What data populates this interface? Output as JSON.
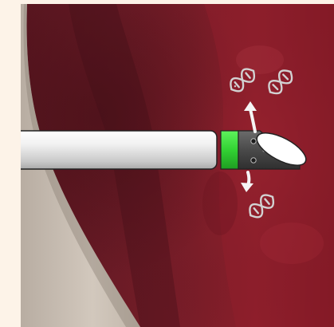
{
  "image": {
    "description_tags": [
      "endoscopic-probe",
      "tissue-background",
      "dna-helix-icons",
      "direction-arrows"
    ],
    "colors": {
      "page_background": "#fdf3e8",
      "tissue_dark": "#5a1620",
      "tissue_red": "#8d1f2b",
      "membrane": "#c8bdb0",
      "probe_body": "#e9e9e9",
      "probe_band": "#38d33a",
      "probe_tip": "#ffffff",
      "arrow": "#f5f5f5",
      "dna_icon": "#cfcfcf"
    }
  }
}
